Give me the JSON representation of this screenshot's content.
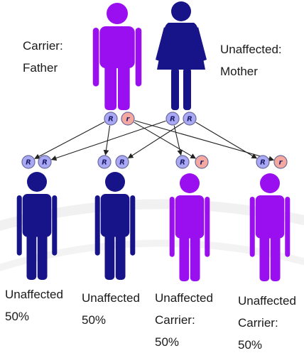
{
  "parents": [
    {
      "id": "father",
      "role": "Carrier:",
      "name": "Father",
      "alleles": [
        "R",
        "r"
      ],
      "body_color": "#9a0ff0"
    },
    {
      "id": "mother",
      "role": "Unaffected:",
      "name": "Mother",
      "alleles": [
        "R",
        "R"
      ],
      "body_color": "#17148a"
    }
  ],
  "children": [
    {
      "id": "child-1",
      "alleles": [
        "R",
        "R"
      ],
      "status": [
        "Unaffected"
      ],
      "percent": "50%",
      "body_color": "#17148a"
    },
    {
      "id": "child-2",
      "alleles": [
        "R",
        "R"
      ],
      "status": [
        "Unaffected"
      ],
      "percent": "50%",
      "body_color": "#17148a"
    },
    {
      "id": "child-3",
      "alleles": [
        "R",
        "r"
      ],
      "status": [
        "Unaffected",
        "Carrier:"
      ],
      "percent": "50%",
      "body_color": "#9a0ff0"
    },
    {
      "id": "child-4",
      "alleles": [
        "R",
        "r"
      ],
      "status": [
        "Unaffected",
        "Carrier:"
      ],
      "percent": "50%",
      "body_color": "#9a0ff0"
    }
  ],
  "allele_colors": {
    "R": "#a8a8f4",
    "r": "#f4a8a0"
  },
  "arrows": [
    {
      "from": "father.0",
      "to": "child-1.0"
    },
    {
      "from": "father.0",
      "to": "child-2.0"
    },
    {
      "from": "father.1",
      "to": "child-3.1"
    },
    {
      "from": "father.1",
      "to": "child-4.1"
    },
    {
      "from": "mother.0",
      "to": "child-1.1"
    },
    {
      "from": "mother.0",
      "to": "child-3.0"
    },
    {
      "from": "mother.1",
      "to": "child-2.1"
    },
    {
      "from": "mother.1",
      "to": "child-4.0"
    }
  ]
}
